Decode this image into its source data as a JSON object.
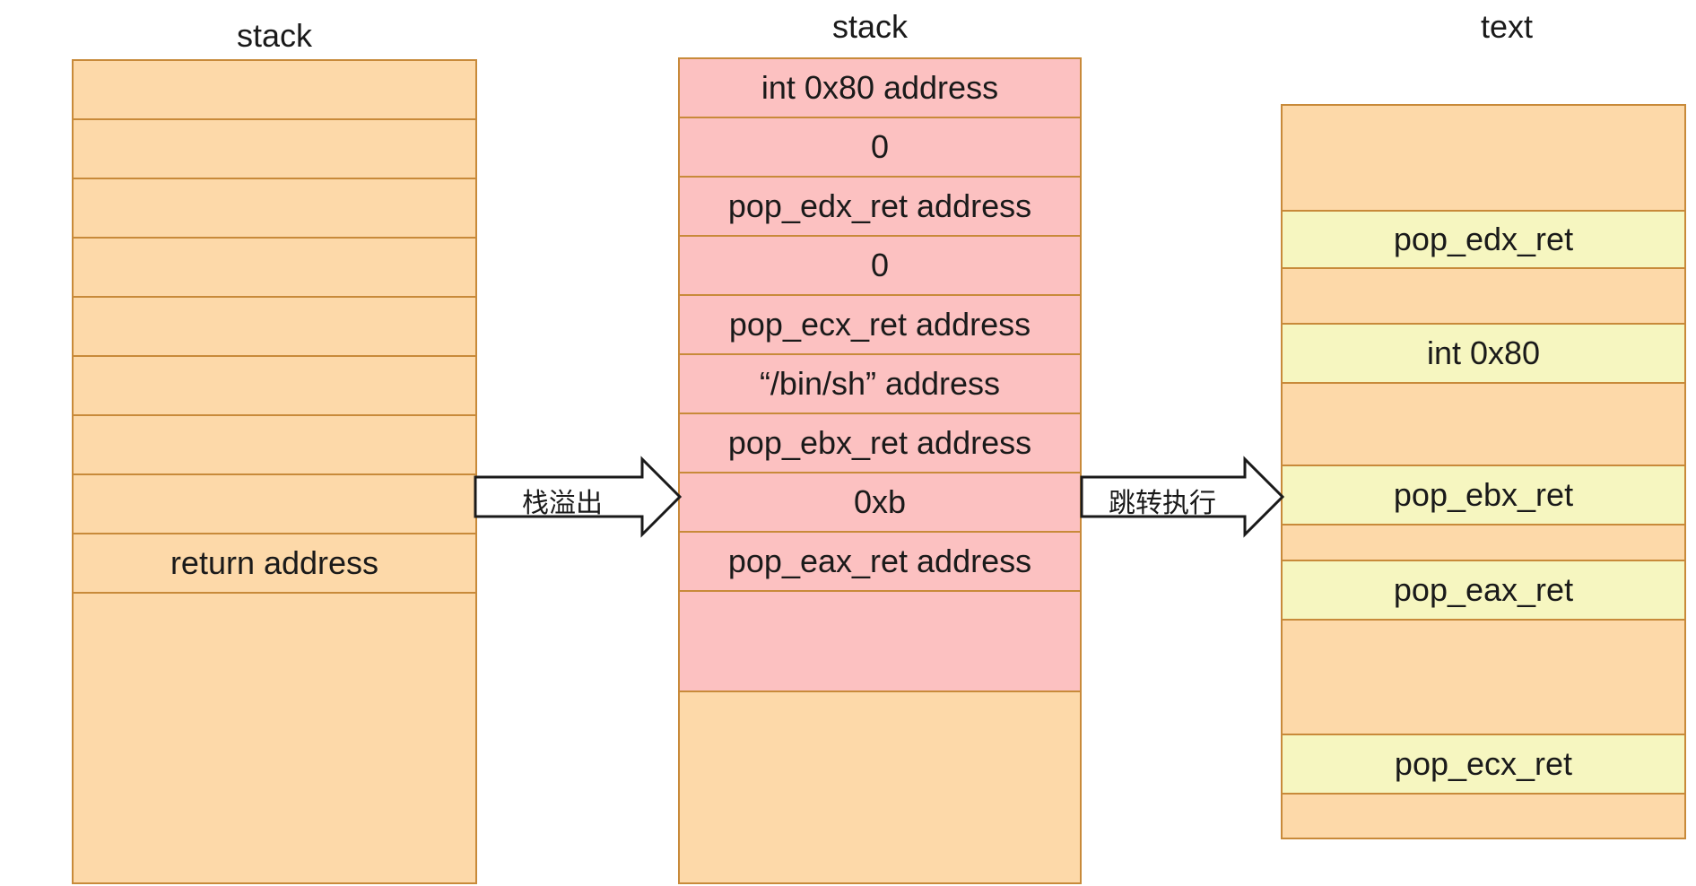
{
  "columns": {
    "left": {
      "title": "stack",
      "cells": [
        "",
        "",
        "",
        "",
        "",
        "",
        "",
        "",
        "return address"
      ]
    },
    "middle": {
      "title": "stack",
      "cells": [
        "int 0x80 address",
        "0",
        "pop_edx_ret address",
        "0",
        "pop_ecx_ret address",
        "“/bin/sh” address",
        "pop_ebx_ret address",
        "0xb",
        "pop_eax_ret address",
        ""
      ]
    },
    "right": {
      "title": "text",
      "cells": [
        "",
        "pop_edx_ret",
        "",
        "int 0x80",
        "",
        "pop_ebx_ret",
        "",
        "pop_eax_ret",
        "",
        "pop_ecx_ret",
        ""
      ]
    }
  },
  "arrows": {
    "overflow": "栈溢出",
    "jump": "跳转执行"
  },
  "colors": {
    "stack_fill": "#fdd9a9",
    "payload_fill": "#fcc1c1",
    "gadget_fill": "#f6f6c0",
    "border": "#c88a3a"
  }
}
